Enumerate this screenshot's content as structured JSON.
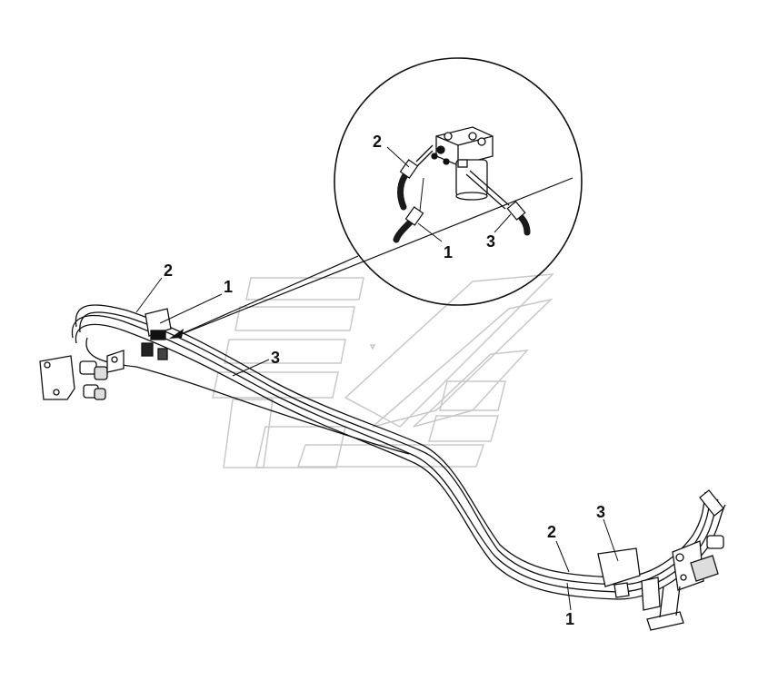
{
  "callouts": {
    "detail_hose_2": "2",
    "detail_hose_1": "1",
    "detail_hose_3": "3",
    "main_left_2": "2",
    "main_left_1": "1",
    "main_center_3": "3",
    "main_right_2": "2",
    "main_right_3": "3",
    "main_right_1": "1"
  },
  "colors": {
    "line": "#111111",
    "watermark": "#c8c8c8",
    "hose_dark": "#1a1a1a"
  }
}
